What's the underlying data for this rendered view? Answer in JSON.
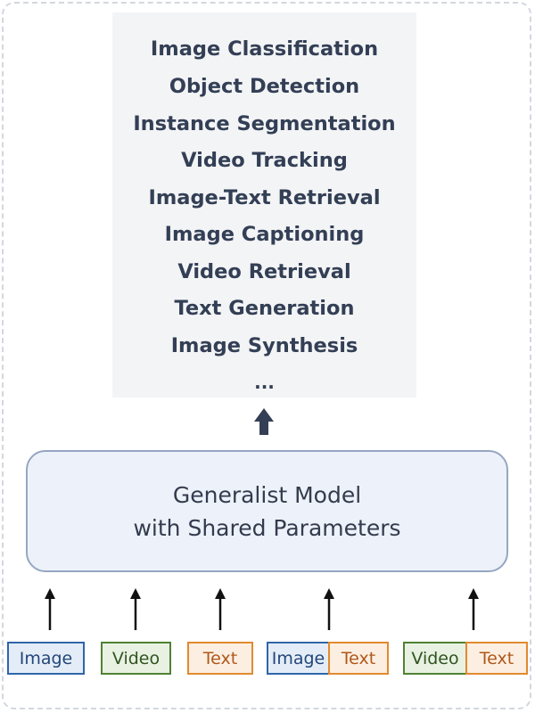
{
  "tasks": [
    "Image Classification",
    "Object Detection",
    "Instance Segmentation",
    "Video Tracking",
    "Image-Text Retrieval",
    "Image Captioning",
    "Video Retrieval",
    "Text Generation",
    "Image Synthesis"
  ],
  "tasks_ellipsis": "...",
  "model": {
    "line1": "Generalist Model",
    "line2": "with Shared Parameters"
  },
  "inputs": [
    {
      "label": "Image",
      "type": "image"
    },
    {
      "label": "Video",
      "type": "video"
    },
    {
      "label": "Text",
      "type": "text"
    },
    {
      "label": "Image",
      "type": "image"
    },
    {
      "label": "Text",
      "type": "text"
    },
    {
      "label": "Video",
      "type": "video"
    },
    {
      "label": "Text",
      "type": "text"
    }
  ],
  "colors": {
    "image": "#2f65a8",
    "video": "#4f8233",
    "text": "#e28a2f",
    "model_border": "#95a6c2",
    "task_text": "#333f55"
  }
}
